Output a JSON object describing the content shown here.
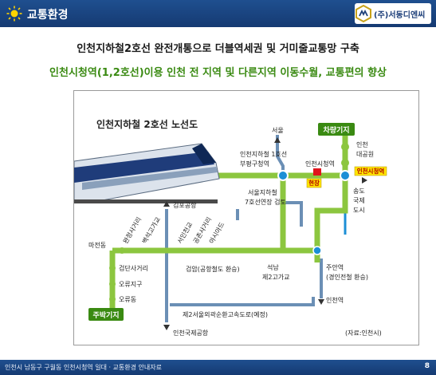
{
  "header": {
    "title": "교통환경",
    "logo_text": "(주)서동디엔씨"
  },
  "headline": {
    "line1": "인천지하철2호선 완전개통으로 더블역세권 및 거미줄교통망 구축",
    "line2": "인천시청역(1,2호선)이용 인천 전 지역 및 다른지역 이동수월, 교통편의 향상"
  },
  "diagram": {
    "title": "인천지하철 2호선 노선도",
    "labels": {
      "seoul": "서울",
      "incheon_line1": "인천지하철 1호선",
      "bupyeong": "부평구청역",
      "seoul_line7_1": "서울지하철",
      "seoul_line7_2": "7호선연장 검토",
      "gimpo": "김포공항",
      "incheon_cityhall": "인천시청역",
      "depot_top": "차량기지",
      "incheon_1": "인천",
      "incheon_2": "대공원",
      "songdo_1": "송도",
      "songdo_2": "국제",
      "songdo_3": "도시",
      "majeon": "마전동",
      "geomdan_sageori": "검단사거리",
      "oryu_jigu": "오류지구",
      "oryu_dong": "오류동",
      "depot_bottom": "주박기지",
      "wanjeong": "완정사거리",
      "baekseok": "백석고가교",
      "seoincheon": "서인천교",
      "gongchon": "공촌사거리",
      "asiad": "아시아드",
      "geomam": "검암(공항철도 환승)",
      "seoknam_1": "석남",
      "seoknam_2": "제2고가교",
      "juan_1": "주안역",
      "juan_2": "(경인전철 환승)",
      "incheon_station": "인천역",
      "ring_road": "제2서울외곽순환고속도로(예정)",
      "intl_airport": "인천국제공항",
      "source": "(자료:인천시)",
      "site_tag": "인천시청역",
      "here_tag": "현장"
    }
  },
  "footer": {
    "text": "인천시 남동구 구월동 인천시청역 일대 · 교통환경 안내자료",
    "page": "8"
  },
  "colors": {
    "header": "#1d4585",
    "line2": "#3a8a12",
    "route": "#8cc63f",
    "line1": "#1c8fd6",
    "rail": "#6b8fb5",
    "station": "#1c8fd6"
  }
}
